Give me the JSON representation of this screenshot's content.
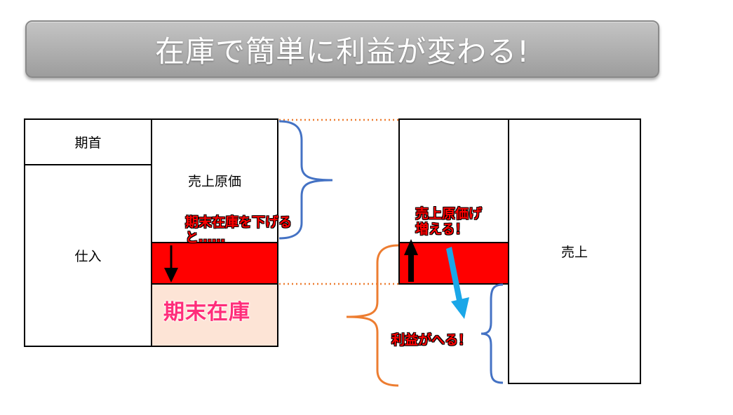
{
  "title": "在庫で簡単に利益が変わる!",
  "left_table": {
    "opening_label": "期首",
    "purchase_label": "仕入",
    "cogs_label": "売上原価",
    "ending_inventory_label": "期末在庫"
  },
  "right_table": {
    "sales_label": "売上"
  },
  "annotations": {
    "lower_inventory_line1": "期末在庫を下げる",
    "lower_inventory_line2": "と……",
    "cogs_increase_line1": "売上原価げ",
    "cogs_increase_line2": "増える！",
    "profit_decrease": "利益がへる！"
  },
  "colors": {
    "title_bar": "#a8a8a8",
    "red_block": "#ff0000",
    "inventory_fill": "#fde4d6",
    "brace_blue": "#4472c4",
    "brace_orange": "#ed7d31",
    "arrow_cyan": "#1aa7e8",
    "pink_text": "#ff2d7a"
  }
}
